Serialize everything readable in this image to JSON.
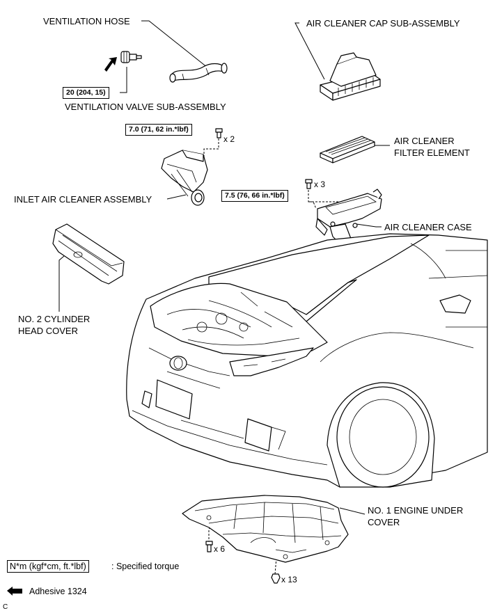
{
  "labels": {
    "ventilation_hose": "VENTILATION HOSE",
    "ventilation_valve": "VENTILATION VALVE SUB-ASSEMBLY",
    "air_cleaner_cap": "AIR CLEANER CAP SUB-ASSEMBLY",
    "air_cleaner_filter": "AIR CLEANER\nFILTER ELEMENT",
    "inlet_air_cleaner": "INLET AIR CLEANER ASSEMBLY",
    "air_cleaner_case": "AIR CLEANER CASE",
    "cylinder_head_cover": "NO. 2 CYLINDER\nHEAD COVER",
    "engine_under_cover": "NO. 1 ENGINE UNDER\nCOVER"
  },
  "torques": {
    "valve": "20 (204, 15)",
    "inlet": "7.0 (71, 62 in.*lbf)",
    "case": "7.5 (76, 66 in.*lbf)"
  },
  "quantities": {
    "inlet_bolts": "x 2",
    "case_bolts": "x 3",
    "cover_bolts": "x 6",
    "cover_clips": "x 13"
  },
  "legend": {
    "torque_units": "N*m (kgf*cm, ft.*lbf)",
    "torque_desc": ": Specified torque",
    "adhesive": "Adhesive 1324"
  },
  "corner_code": "C"
}
